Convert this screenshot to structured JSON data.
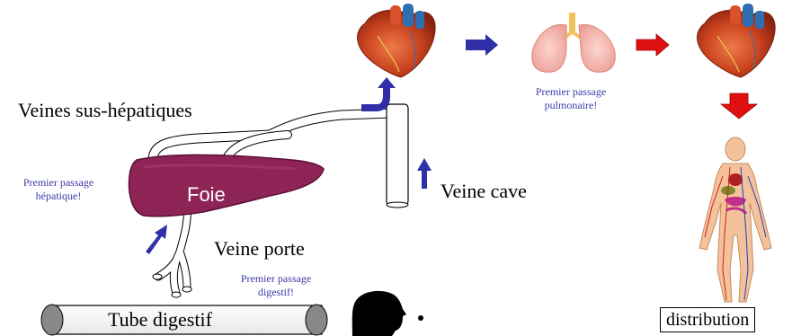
{
  "labels": {
    "veines_sus_hepatiques": "Veines sus-hépatiques",
    "veine_cave": "Veine cave",
    "veine_porte": "Veine porte",
    "tube_digestif": "Tube digestif",
    "distribution": "distribution",
    "foie": "Foie"
  },
  "notes": {
    "hepatique": [
      "Premier passage",
      "hépatique!"
    ],
    "pulmonaire": [
      "Premier passage",
      "pulmonaire!"
    ],
    "digestif": [
      "Premier passage",
      "digestif!"
    ]
  },
  "colors": {
    "liver": "#8e2456",
    "blue_arrow": "#2f2fa8",
    "red_arrow": "#e01010",
    "note_text": "#3a3aa8"
  }
}
